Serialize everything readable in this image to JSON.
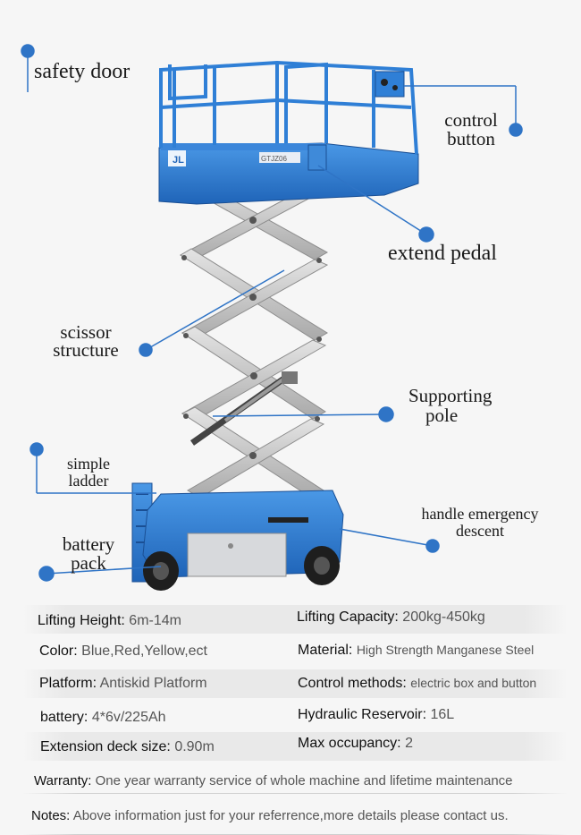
{
  "callouts": {
    "safety_door": "safety door",
    "control_button_1": "control",
    "control_button_2": "button",
    "extend_pedal": "extend pedal",
    "scissor_1": "scissor",
    "scissor_2": "structure",
    "supporting_1": "Supporting",
    "supporting_2": "pole",
    "ladder_1": "simple",
    "ladder_2": "ladder",
    "handle_1": "handle emergency",
    "handle_2": "descent",
    "battery_1": "battery",
    "battery_2": "pack"
  },
  "machine": {
    "brand_text": "GTJZ06"
  },
  "specs": {
    "lifting_height": {
      "label": "Lifting Height:",
      "value": "6m-14m"
    },
    "lifting_capacity": {
      "label": "Lifting Capacity:",
      "value": "200kg-450kg"
    },
    "color": {
      "label": "Color:",
      "value": "Blue,Red,Yellow,ect"
    },
    "material": {
      "label": "Material:",
      "value": "High Strength Manganese Steel"
    },
    "platform": {
      "label": "Platform:",
      "value": "Antiskid Platform"
    },
    "control_methods": {
      "label": "Control methods:",
      "value": "electric box and button"
    },
    "battery": {
      "label": "battery:",
      "value": "4*6v/225Ah"
    },
    "hydraulic_reservoir": {
      "label": "Hydraulic Reservoir:",
      "value": "16L"
    },
    "extension_deck": {
      "label": "Extension deck size:",
      "value": "0.90m"
    },
    "max_occupancy": {
      "label": "Max occupancy:",
      "value": "2"
    },
    "warranty": {
      "label": "Warranty:",
      "value": "One year warranty service of whole machine and lifetime maintenance"
    },
    "notes": {
      "label": "Notes:",
      "value": "Above information just for your referrence,more details please contact us."
    }
  },
  "colors": {
    "machine_blue": "#2f7fd6",
    "callout_dot": "#2f74c6",
    "scissor_gray": "#c8c8c8"
  }
}
